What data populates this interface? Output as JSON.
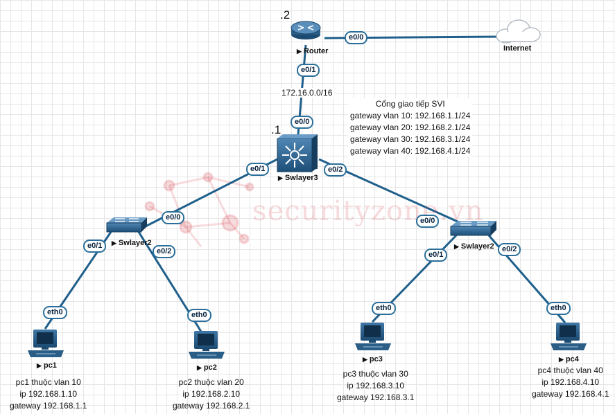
{
  "router": {
    "name": "Router",
    "suffix": ".2"
  },
  "internet": {
    "name": "Internet"
  },
  "l3switch": {
    "name": "Swlayer3",
    "suffix": ".1"
  },
  "switch_left": {
    "name": "Swlayer2"
  },
  "switch_right": {
    "name": "Swlayer2"
  },
  "ports": {
    "router_internet": "e0/0",
    "router_down": "e0/1",
    "sw3_up": "e0/0",
    "sw3_left": "e0/1",
    "sw3_right": "e0/2",
    "swl_up": "e0/0",
    "swl_pc1": "e0/1",
    "swl_pc2": "e0/2",
    "swr_up": "e0/0",
    "swr_pc3": "e0/1",
    "swr_pc4": "e0/2",
    "pc1": "eth0",
    "pc2": "eth0",
    "pc3": "eth0",
    "pc4": "eth0"
  },
  "network": "172.16.0.0/16",
  "svi": {
    "title": "Cổng giao tiếp SVI",
    "lines": [
      "gateway vlan 10: 192.168.1.1/24",
      "gateway vlan 20: 192.168.2.1/24",
      "gateway vlan 30: 192.168.3.1/24",
      "gateway vlan 40: 192.168.4.1/24"
    ]
  },
  "pcs": [
    {
      "name": "pc1",
      "lines": [
        "pc1 thuộc vlan 10",
        "ip 192.168.1.10",
        "gateway 192.168.1.1"
      ]
    },
    {
      "name": "pc2",
      "lines": [
        "pc2 thuộc vlan 20",
        "ip 192.168.2.10",
        "gateway 192.168.2.1"
      ]
    },
    {
      "name": "pc3",
      "lines": [
        "pc3 thuộc vlan 30",
        "ip 192.168.3.10",
        "gateway 192.168.3.1"
      ]
    },
    {
      "name": "pc4",
      "lines": [
        "pc4 thuộc vlan 40",
        "ip 192.168.4.10",
        "gateway 192.168.4.1"
      ]
    }
  ],
  "watermark": "securityzone.vn",
  "colors": {
    "link": "#1f5f8b",
    "device": "#2b5e86",
    "port_border": "#2a6f9b"
  }
}
